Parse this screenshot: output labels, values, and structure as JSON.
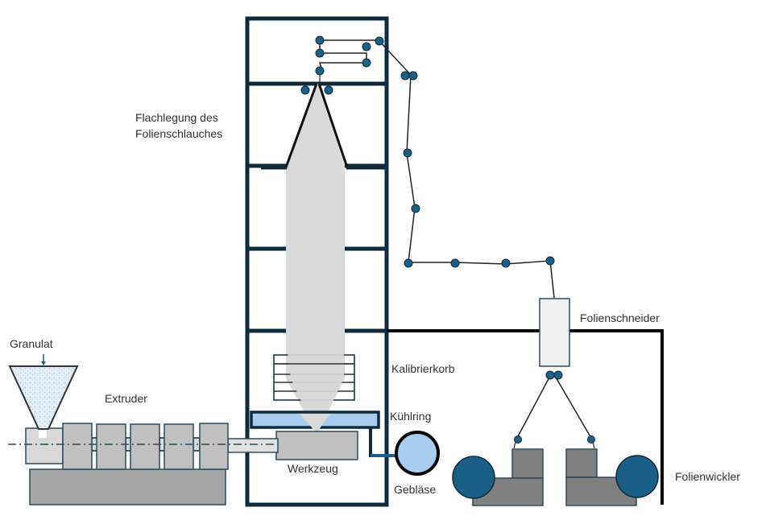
{
  "diagram": {
    "title": "Blown film extrusion line",
    "labels": {
      "granulat": "Granulat",
      "extruder": "Extruder",
      "flachlegung_line1": "Flachlegung des",
      "flachlegung_line2": "Folienschlauches",
      "kalibrierkorb": "Kalibrierkorb",
      "kuehlring": "Kühlring",
      "werkzeug": "Werkzeug",
      "geblaese": "Gebläse",
      "folienschneider": "Folienschneider",
      "folienwickler": "Folienwickler"
    },
    "colors": {
      "frame": "#0e2a3b",
      "roller": "#1a5f86",
      "bubble": "#d9d9d9",
      "cooling": "#a9cdef",
      "extruder_block": "#c0c0c0",
      "base": "#a6a6a6",
      "winder_body": "#808080",
      "cutter": "#f0f0f0",
      "film_line": "#222222"
    }
  }
}
